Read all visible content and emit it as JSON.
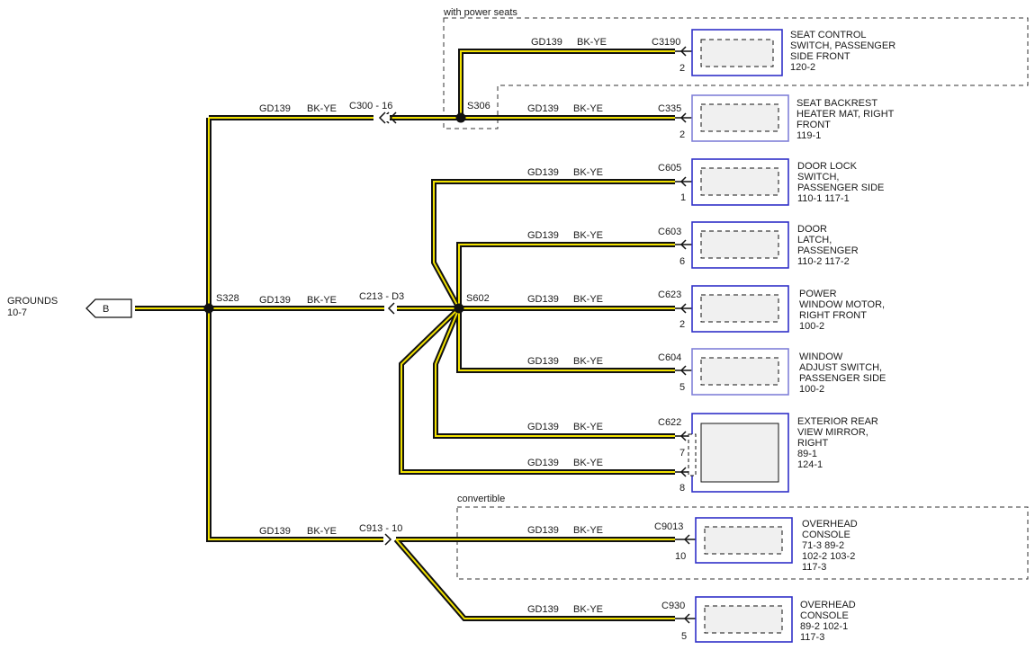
{
  "wire_id": "GD139",
  "wire_color": "BK-YE",
  "grounds": {
    "label": "GROUNDS",
    "ref": "10-7",
    "connector": "B"
  },
  "splices": {
    "s328": "S328",
    "s306": "S306",
    "s602": "S602"
  },
  "inline_connectors": {
    "c300": "C300 - 16",
    "c213": "C213 - D3",
    "c913": "C913 - 10"
  },
  "regions": {
    "power_seats": "with power seats",
    "convertible": "convertible"
  },
  "components": [
    {
      "connector": "C3190",
      "pin": "2",
      "name": [
        "SEAT CONTROL",
        "SWITCH, PASSENGER",
        "SIDE FRONT"
      ],
      "refs": [
        "120-2"
      ]
    },
    {
      "connector": "C335",
      "pin": "2",
      "name": [
        "SEAT BACKREST",
        "HEATER MAT, RIGHT",
        "FRONT"
      ],
      "refs": [
        "119-1"
      ]
    },
    {
      "connector": "C605",
      "pin": "1",
      "name": [
        "DOOR LOCK",
        "SWITCH,",
        "PASSENGER SIDE"
      ],
      "refs": [
        "110-1   117-1"
      ]
    },
    {
      "connector": "C603",
      "pin": "6",
      "name": [
        "DOOR",
        "LATCH,",
        "PASSENGER"
      ],
      "refs": [
        "110-2  117-2"
      ]
    },
    {
      "connector": "C623",
      "pin": "2",
      "name": [
        "POWER",
        "WINDOW MOTOR,",
        "RIGHT FRONT"
      ],
      "refs": [
        "100-2"
      ]
    },
    {
      "connector": "C604",
      "pin": "5",
      "name": [
        "WINDOW",
        "ADJUST SWITCH,",
        "PASSENGER SIDE"
      ],
      "refs": [
        "100-2"
      ]
    },
    {
      "connector": "C622",
      "pins": [
        "7",
        "8"
      ],
      "name": [
        "EXTERIOR REAR",
        "VIEW MIRROR,",
        "RIGHT"
      ],
      "refs": [
        "89-1",
        "124-1"
      ]
    },
    {
      "connector": "C9013",
      "pin": "10",
      "name": [
        "OVERHEAD",
        "CONSOLE"
      ],
      "refs": [
        "71-3    89-2",
        "102-2   103-2",
        "117-3"
      ]
    },
    {
      "connector": "C930",
      "pin": "5",
      "name": [
        "OVERHEAD",
        "CONSOLE"
      ],
      "refs": [
        "89-2    102-1",
        "117-3"
      ]
    }
  ]
}
